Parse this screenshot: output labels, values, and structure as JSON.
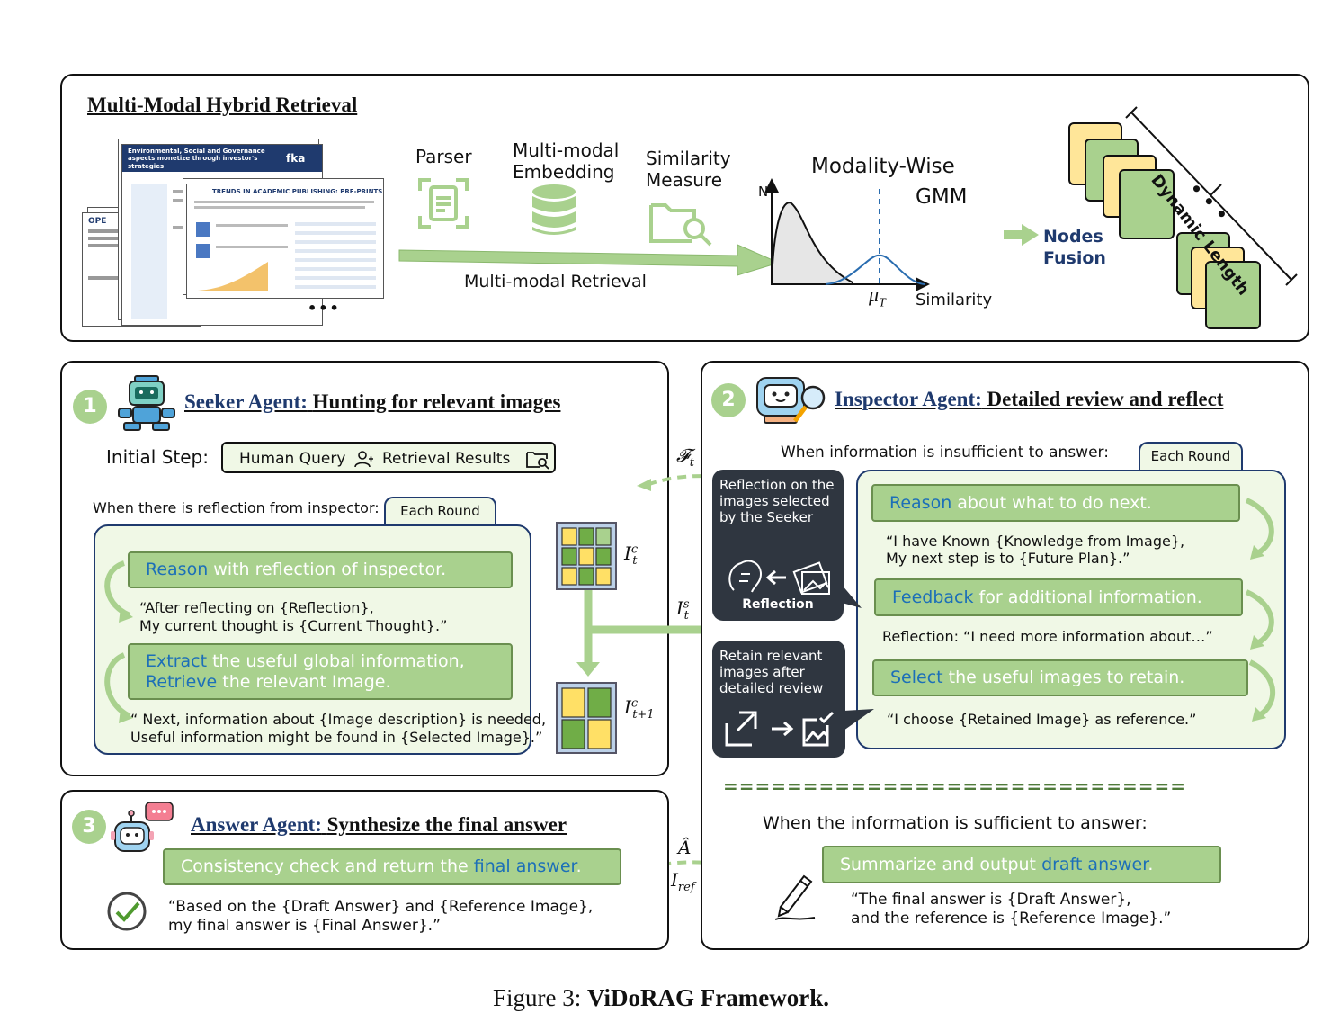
{
  "retrieval": {
    "title": "Multi-Modal Hybrid Retrieval",
    "doc_text": {
      "back_title": "Environmental, Social and Governance aspects monetize through investor's strategies",
      "brand": "fka",
      "front_title": "TRENDS IN ACADEMIC PUBLISHING: PRE-PRINTS",
      "side_label": "OPE"
    },
    "parser_label": "Parser",
    "embedding_label": [
      "Multi-modal",
      "Embedding"
    ],
    "similarity_label": [
      "Similarity",
      "Measure"
    ],
    "mm_retrieval_label": "Multi-modal Retrieval",
    "gmm_title": [
      "Modality-Wise",
      "GMM"
    ],
    "axis_y": "N",
    "axis_x": "Similarity",
    "mu_label": "μ",
    "mu_sub": "T",
    "fusion_label": [
      "Nodes",
      "Fusion"
    ],
    "dynamic_label": "Dynamic Length",
    "ellipsis": "•••"
  },
  "seeker": {
    "number": "1",
    "title_lead": "Seeker Agent:",
    "title_rest": "Hunting for relevant images",
    "initial_step": "Initial Step:",
    "human_query": "Human Query",
    "retrieval_results": "Retrieval Results",
    "reflection_prompt": "When there is reflection from inspector:",
    "each_round": "Each Round",
    "reason_hl": "Reason",
    "reason_rest": " with reflection of inspector.",
    "quote1": [
      "“After reflecting on {Reflection},",
      "My current thought is {Current Thought}.”"
    ],
    "extract_hl": "Extract",
    "extract_rest": " the useful global information,",
    "retrieve_hl": "Retrieve",
    "retrieve_rest": " the relevant Image.",
    "quote2": [
      "“ Next, information about {Image description} is needed,",
      "Useful information might be found in {Selected Image}.”"
    ]
  },
  "middle": {
    "f_t": "𝓕",
    "f_sub": "t",
    "ic_t": "I",
    "ic_sup": "c",
    "ic_sub": "t",
    "is_t": "I",
    "is_sup": "s",
    "is_sub": "t",
    "ic_next": "I",
    "ic_next_sup": "c",
    "ic_next_sub": "t+1",
    "a_hat": "Â",
    "i_ref": "I",
    "i_ref_sub": "ref"
  },
  "inspector": {
    "number": "2",
    "title_lead": "Inspector Agent:",
    "title_rest": "Detailed review and reflect",
    "insufficient": "When information is insufficient to answer:",
    "each_round": "Each Round",
    "reflection_bubble": [
      "Reflection on the",
      "images selected",
      "by the Seeker"
    ],
    "reflection_caption": "Reflection",
    "retain_bubble": [
      "Retain relevant",
      "images after",
      "detailed review"
    ],
    "reason_hl": "Reason",
    "reason_rest": " about what to do next.",
    "quote1": [
      "“I have Known {Knowledge from Image},",
      "My next step is to {Future Plan}.”"
    ],
    "feedback_hl": "Feedback",
    "feedback_rest": " for additional information.",
    "reflection_quote": "Reflection: “I need more information about…”",
    "select_hl": "Select",
    "select_rest": " the useful images to retain.",
    "quote2": "“I choose {Retained Image} as reference.”",
    "sufficient": "When the information is sufficient to answer:",
    "summarize_rest": "Summarize and output ",
    "summarize_hl": "draft answer",
    "summarize_end": ".",
    "quote3": [
      "“The final answer is {Draft Answer},",
      "and the reference is {Reference Image}.”"
    ]
  },
  "answer": {
    "number": "3",
    "title_lead": "Answer Agent:",
    "title_rest": "Synthesize the final answer",
    "consistency_rest": "Consistency check and return the ",
    "consistency_hl": "final answer",
    "consistency_end": ".",
    "quote": [
      "“Based on the {Draft Answer} and {Reference Image},",
      "my final answer is {Final Answer}.”"
    ]
  },
  "caption": {
    "prefix": "Figure 3: ",
    "bold": "ViDoRAG Framework."
  },
  "colors": {
    "green_fill": "#a9d18e",
    "green_border": "#6a8f4f",
    "soft_green": "#f0f8e6",
    "navy": "#1f3a6e",
    "blue_highlight": "#1c6fb8",
    "yellow_node": "#ffe699",
    "dark_bubble": "#2f3640"
  }
}
